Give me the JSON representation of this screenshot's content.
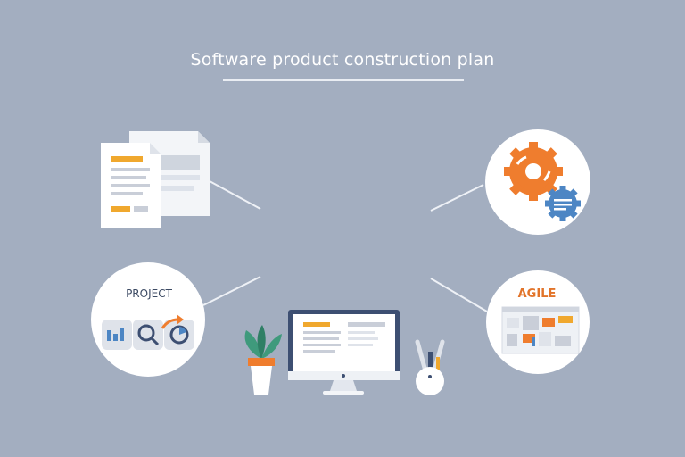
{
  "title": "Software product construction plan",
  "nodes": {
    "project": {
      "label": "PROJECT"
    },
    "agile": {
      "label": "AGILE"
    }
  },
  "colors": {
    "background": "#a3aec0",
    "accent_orange": "#ef7d2e",
    "accent_blue": "#4d86c4",
    "circle_fill": "#ffffff",
    "monitor_frame": "#3d4f72",
    "plant_green": "#3f9a7c"
  },
  "icons": [
    "documents-icon",
    "gears-icon",
    "project-tools-icon",
    "agile-board-icon",
    "computer-monitor-icon",
    "plant-icon",
    "pen-holder-icon"
  ]
}
